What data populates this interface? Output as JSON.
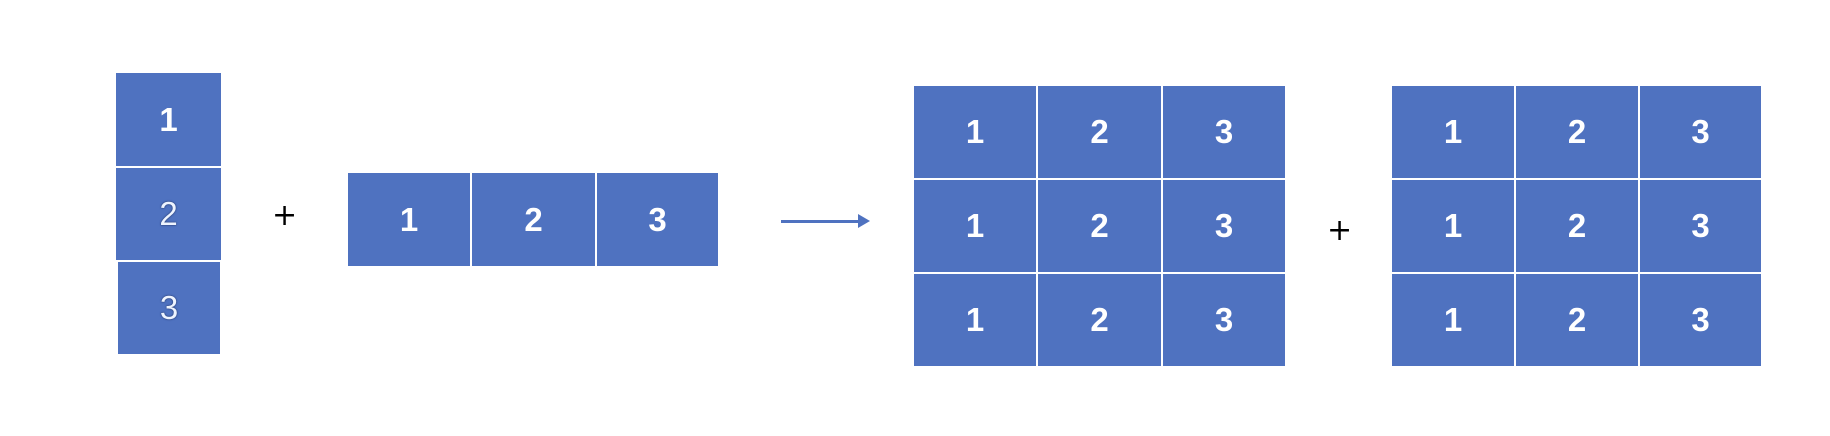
{
  "column_vector": [
    "1",
    "2",
    "3"
  ],
  "row_vector": [
    "1",
    "2",
    "3"
  ],
  "plus_sign": "+",
  "result_grid_a": [
    [
      "1",
      "2",
      "3"
    ],
    [
      "1",
      "2",
      "3"
    ],
    [
      "1",
      "2",
      "3"
    ]
  ],
  "result_grid_b": [
    [
      "1",
      "2",
      "3"
    ],
    [
      "1",
      "2",
      "3"
    ],
    [
      "1",
      "2",
      "3"
    ]
  ],
  "colors": {
    "cell_fill": "#4f72c0",
    "arrow": "#4f72c0",
    "text": "#ffffff"
  }
}
